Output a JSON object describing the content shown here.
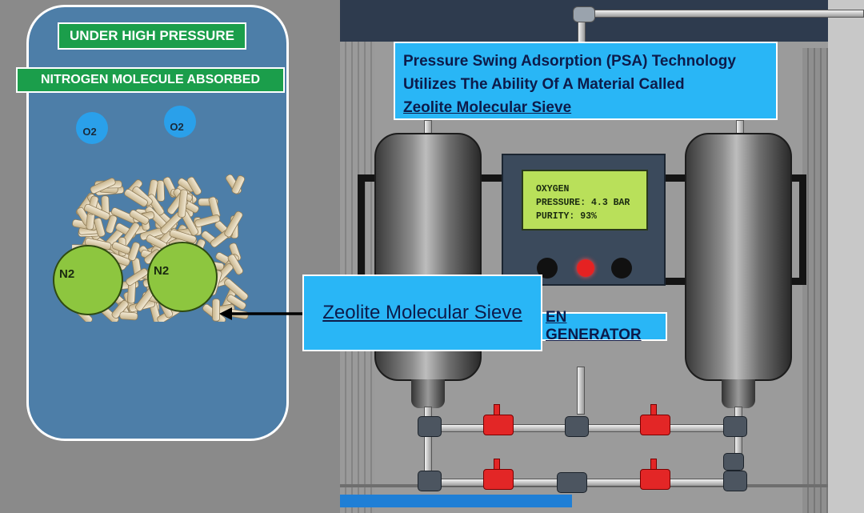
{
  "left_panel": {
    "pressure_label": "UNDER HIGH PRESSURE",
    "absorbed_label": "NITROGEN MOLECULE ABSORBED",
    "o2_a": "O2",
    "o2_b": "O2",
    "n2_a": "N2",
    "n2_b": "N2"
  },
  "callout": {
    "zeolite": "Zeolite Molecular Sieve"
  },
  "psa_box": {
    "line1": "Pressure Swing Adsorption (PSA) Technology",
    "line2": "Utilizes The Ability Of A Material Called",
    "line3": "Zeolite Molecular Sieve"
  },
  "display": {
    "line1": "OXYGEN",
    "line2": "PRESSURE: 4.3 BAR",
    "line3": "PURITY: 93%"
  },
  "generator_label": "EN GENERATOR",
  "colors": {
    "panel_blue": "#4d7ea8",
    "label_green": "#1b9e4b",
    "callout_blue": "#29b6f6",
    "n2_green": "#8dc63f",
    "o2_blue": "#2aa0ea",
    "valve_red": "#e32626"
  }
}
